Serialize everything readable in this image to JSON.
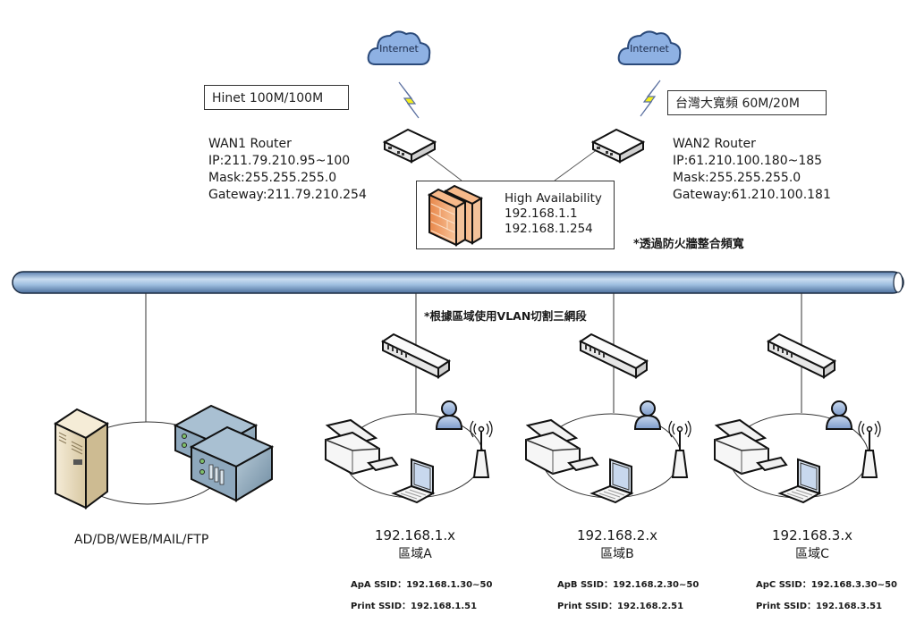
{
  "diagram": {
    "type": "network-topology",
    "internet": [
      {
        "label": "Internet"
      },
      {
        "label": "Internet"
      }
    ],
    "isp": [
      {
        "label": "Hinet 100M/100M"
      },
      {
        "label": "台灣大寬頻 60M/20M"
      }
    ],
    "routers": [
      {
        "title": "WAN1 Router",
        "ip": "IP:211.79.210.95~100",
        "mask": "Mask:255.255.255.0",
        "gateway": "Gateway:211.79.210.254"
      },
      {
        "title": "WAN2 Router",
        "ip": "IP:61.210.100.180~185",
        "mask": "Mask:255.255.255.0",
        "gateway": "Gateway:61.210.100.181"
      }
    ],
    "firewall": {
      "title": "High Availability",
      "ip1": "192.168.1.1",
      "ip2": "192.168.1.254"
    },
    "notes": {
      "bandwidth": "*透過防火牆整合頻寬",
      "vlan": "*根據區域使用VLAN切割三網段"
    },
    "servers": {
      "label": "AD/DB/WEB/MAIL/FTP"
    },
    "zones": [
      {
        "subnet": "192.168.1.x",
        "name": "區域A",
        "ap_ssid": "ApA SSID：192.168.1.30~50",
        "print_ssid": "Print SSID：192.168.1.51"
      },
      {
        "subnet": "192.168.2.x",
        "name": "區域B",
        "ap_ssid": "ApB  SSID：192.168.2.30~50",
        "print_ssid": "Print SSID：192.168.2.51"
      },
      {
        "subnet": "192.168.3.x",
        "name": "區域C",
        "ap_ssid": "ApC  SSID：192.168.3.30~50",
        "print_ssid": "Print SSID：192.168.3.51"
      }
    ],
    "colors": {
      "cloud": "#8eb1e3",
      "backbone": "#9fbfe0",
      "firewall": "#f0a060",
      "lightning": "#f5f01e",
      "person": "#9bb7dc"
    }
  }
}
